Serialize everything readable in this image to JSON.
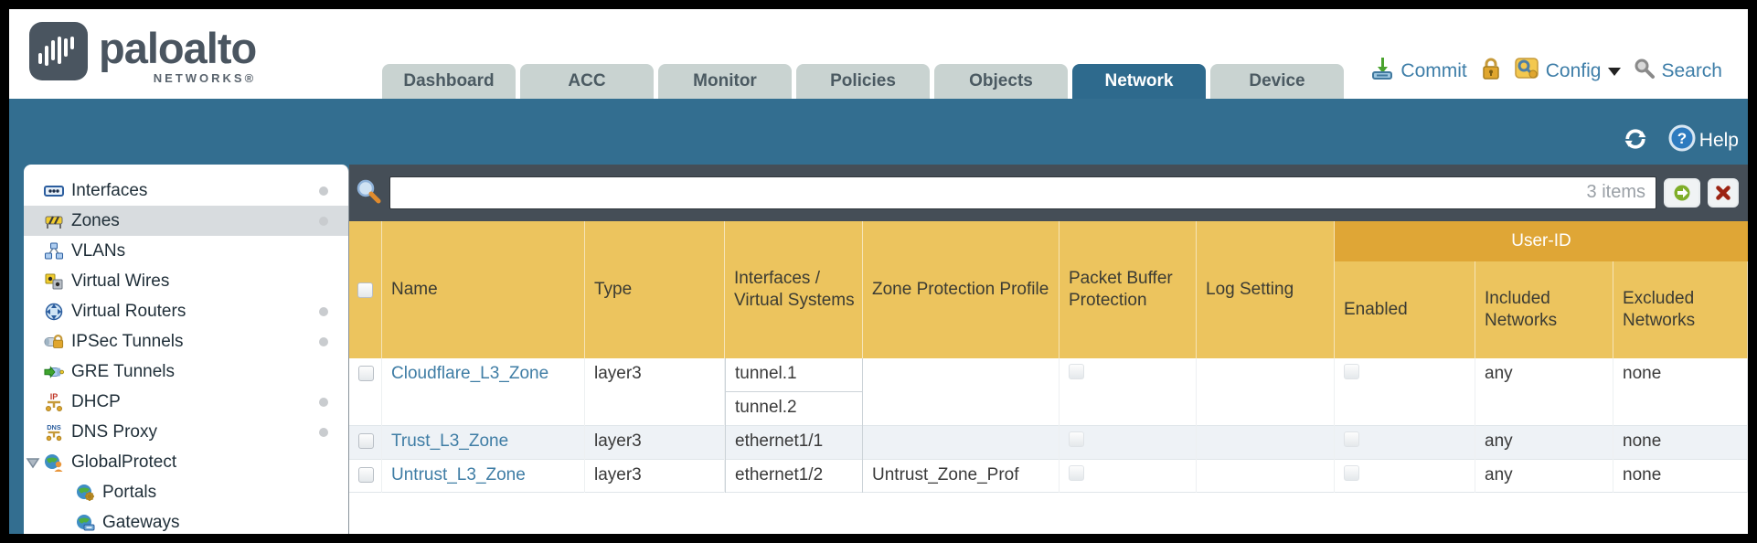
{
  "brand": {
    "name": "paloalto",
    "sub": "NETWORKS®"
  },
  "nav": {
    "tabs": [
      {
        "label": "Dashboard",
        "active": false
      },
      {
        "label": "ACC",
        "active": false
      },
      {
        "label": "Monitor",
        "active": false
      },
      {
        "label": "Policies",
        "active": false
      },
      {
        "label": "Objects",
        "active": false
      },
      {
        "label": "Network",
        "active": true
      },
      {
        "label": "Device",
        "active": false
      }
    ],
    "actions": {
      "commit": "Commit",
      "config": "Config",
      "search": "Search"
    }
  },
  "band": {
    "help_label": "Help"
  },
  "sidebar": {
    "items": [
      {
        "label": "Interfaces",
        "icon": "interfaces-icon",
        "dot": true
      },
      {
        "label": "Zones",
        "icon": "zones-icon",
        "dot": true,
        "selected": true
      },
      {
        "label": "VLANs",
        "icon": "vlans-icon"
      },
      {
        "label": "Virtual Wires",
        "icon": "virtual-wires-icon"
      },
      {
        "label": "Virtual Routers",
        "icon": "virtual-routers-icon",
        "dot": true
      },
      {
        "label": "IPSec Tunnels",
        "icon": "ipsec-tunnels-icon",
        "dot": true
      },
      {
        "label": "GRE Tunnels",
        "icon": "gre-tunnels-icon"
      },
      {
        "label": "DHCP",
        "icon": "dhcp-icon",
        "dot": true
      },
      {
        "label": "DNS Proxy",
        "icon": "dns-proxy-icon",
        "dot": true
      },
      {
        "label": "GlobalProtect",
        "icon": "globalprotect-icon",
        "expanded": true
      },
      {
        "label": "Portals",
        "icon": "portals-icon",
        "child": true
      },
      {
        "label": "Gateways",
        "icon": "gateways-icon",
        "child": true
      }
    ]
  },
  "filter": {
    "input_value": "",
    "count_label": "3 items"
  },
  "table": {
    "group_header": "User-ID",
    "columns": [
      {
        "label": "Name"
      },
      {
        "label": "Type"
      },
      {
        "label": "Interfaces / Virtual Systems"
      },
      {
        "label": "Zone Protection Profile"
      },
      {
        "label": "Packet Buffer Protection"
      },
      {
        "label": "Log Setting"
      },
      {
        "label": "Enabled"
      },
      {
        "label": "Included Networks"
      },
      {
        "label": "Excluded Networks"
      }
    ],
    "rows": [
      {
        "name": "Cloudflare_L3_Zone",
        "type": "layer3",
        "interfaces": [
          "tunnel.1",
          "tunnel.2"
        ],
        "zone_protection_profile": "",
        "packet_buffer_protection": false,
        "log_setting": "",
        "user_id_enabled": false,
        "included_networks": "any",
        "excluded_networks": "none"
      },
      {
        "name": "Trust_L3_Zone",
        "type": "layer3",
        "interfaces": [
          "ethernet1/1"
        ],
        "zone_protection_profile": "",
        "packet_buffer_protection": false,
        "log_setting": "",
        "user_id_enabled": false,
        "included_networks": "any",
        "excluded_networks": "none"
      },
      {
        "name": "Untrust_L3_Zone",
        "type": "layer3",
        "interfaces": [
          "ethernet1/2"
        ],
        "zone_protection_profile": "Untrust_Zone_Prof",
        "packet_buffer_protection": false,
        "log_setting": "",
        "user_id_enabled": false,
        "included_networks": "any",
        "excluded_networks": "none"
      }
    ]
  },
  "colors": {
    "teal": "#336e90",
    "slate": "#454e57",
    "header_gold": "#ecc45e",
    "group_gold": "#dfa636",
    "link_blue": "#3e7ea8",
    "active_tab": "#2e6a8d"
  }
}
